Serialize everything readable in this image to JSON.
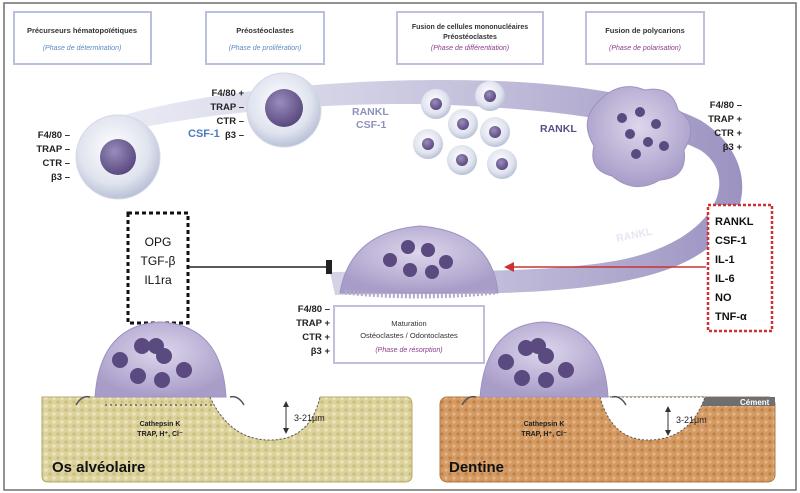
{
  "stages": [
    {
      "title": "Précurseurs hématopoïétiques",
      "phase": "(Phase de détermination)"
    },
    {
      "title": "Préostéoclastes",
      "phase": "(Phase de prolifération)"
    },
    {
      "title": "Fusion de cellules mononucléaires",
      "title2": "Préostéoclastes",
      "phase": "(Phase de différentiation)"
    },
    {
      "title": "Fusion de polycarions",
      "phase": "(Phase de polarisation)"
    }
  ],
  "maturation": {
    "title": "Maturation",
    "title2": "Ostéoclastes / Odontoclastes",
    "phase": "(Phase de résorption)"
  },
  "markers": {
    "precursor": [
      "F4/80 –",
      "TRAP –",
      "CTR –",
      "β3 –"
    ],
    "preosteoclast": [
      "F4/80 +",
      "TRAP –",
      "CTR –",
      "β3 –"
    ],
    "polykaryon": [
      "F4/80 –",
      "TRAP +",
      "CTR +",
      "β3 +"
    ],
    "mature": [
      "F4/80 –",
      "TRAP +",
      "CTR +",
      "β3 +"
    ]
  },
  "path_labels": {
    "csf1": "CSF-1",
    "rankl": "RANKL",
    "csf1_2": "CSF-1",
    "rankl_2": "RANKL",
    "rankl_3": "RANKL"
  },
  "inhibitors": [
    "OPG",
    "TGF-β",
    "IL1ra"
  ],
  "stimulators": [
    "RANKL",
    "CSF-1",
    "IL-1",
    "IL-6",
    "NO",
    "TNF-α"
  ],
  "bone": {
    "label": "Os alvéolaire",
    "depth": "3-21μm",
    "enzymes1": "Cathepsin K",
    "enzymes2": "TRAP, H⁺, Cl⁻"
  },
  "dentin": {
    "label": "Dentine",
    "depth": "3-21μm",
    "enzymes1": "Cathepsin K",
    "enzymes2": "TRAP, H⁺, Cl⁻",
    "cement": "Cément"
  },
  "colors": {
    "cell": "#b6aed2",
    "nucleus": "#6c5a92",
    "path": "#8f84b7",
    "stimulus": "#d23a3a",
    "bone": "#d9cf9a",
    "dentin": "#d39a62"
  }
}
